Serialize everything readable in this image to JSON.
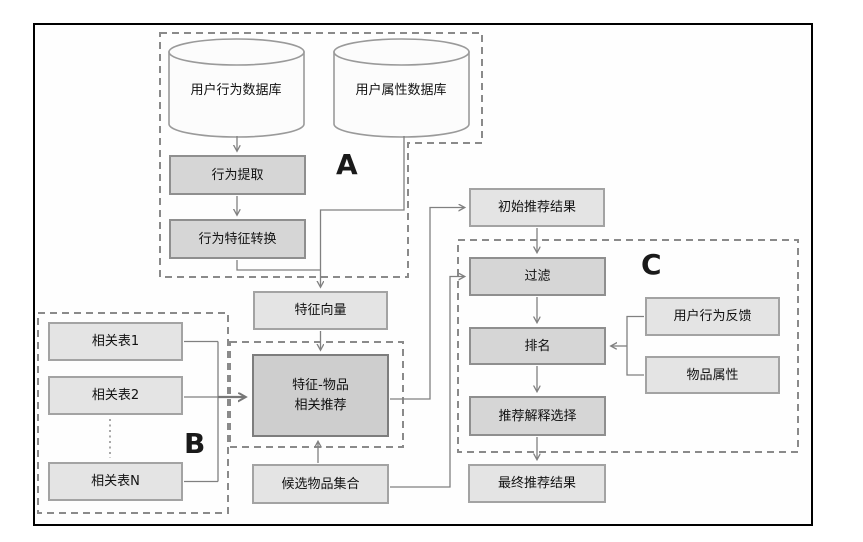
{
  "diagram": {
    "section_labels": {
      "a": "A",
      "b": "B",
      "c": "C"
    },
    "nodes": {
      "user_behavior_db": "用户行为数据库",
      "user_attribute_db": "用户属性数据库",
      "behavior_extraction": "行为提取",
      "behavior_feature_conversion": "行为特征转换",
      "feature_vector": "特征向量",
      "initial_recommendation_result": "初始推荐结果",
      "related_table_1": "相关表1",
      "related_table_2": "相关表2",
      "related_table_n": "相关表N",
      "feature_item_line1": "特征-物品",
      "feature_item_line2": "相关推荐",
      "candidate_item_set": "候选物品集合",
      "filter": "过滤",
      "ranking": "排名",
      "recommendation_explanation_selection": "推荐解释选择",
      "final_recommendation_result": "最终推荐结果",
      "user_behavior_feedback": "用户行为反馈",
      "item_attributes": "物品属性"
    },
    "colors": {
      "line": "#808080",
      "dashed_border": "#8a8a8a",
      "light_box_fill": "#e4e4e4",
      "dark_box_fill": "#d6d6d6",
      "feature_item_box_fill": "#cecece",
      "cylinder_fill": "#fcfcfc",
      "frame_border": "#000000",
      "text": "#111111"
    }
  }
}
